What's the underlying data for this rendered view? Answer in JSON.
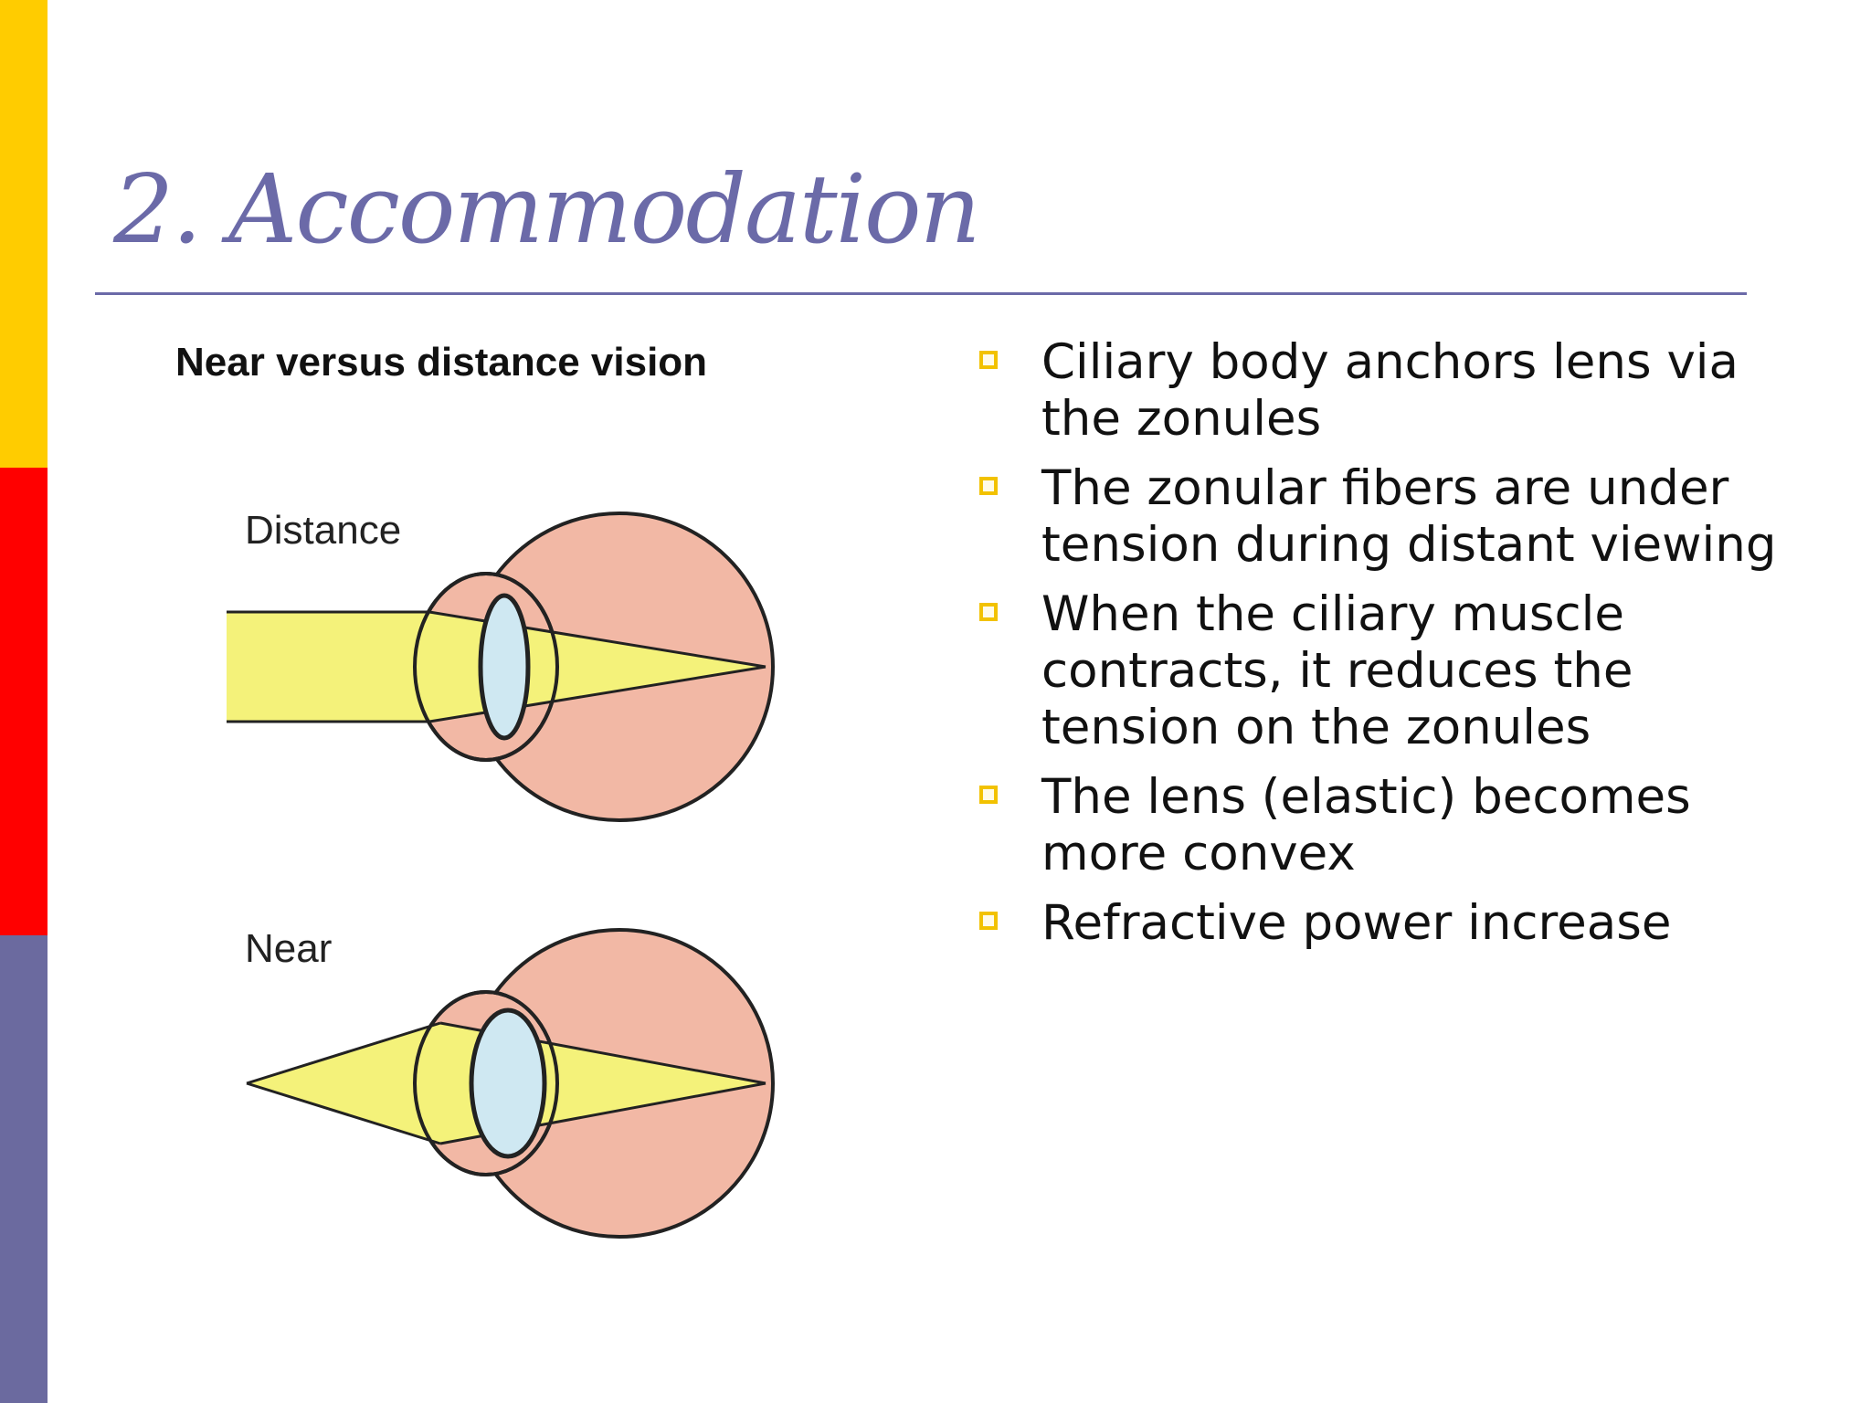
{
  "slide": {
    "title": "2. Accommodation",
    "colors": {
      "title": "#6b6aa8",
      "rule": "#6b6aa8",
      "side_bar": [
        "#ffcc00",
        "#ff0000",
        "#6b6a9f"
      ],
      "bullet_marker": "#f2c200",
      "eye_globe": "#f2b8a5",
      "lens": "#cfe8f2",
      "light_beam": "#f4f27a"
    }
  },
  "figure": {
    "heading": "Near versus distance vision",
    "distance_label": "Distance",
    "near_label": "Near"
  },
  "bullets": [
    {
      "text": "Ciliary body anchors lens via the zonules"
    },
    {
      "text": "The zonular fibers are under tension during distant viewing"
    },
    {
      "text": "When the ciliary muscle contracts, it reduces the tension on the zonules"
    },
    {
      "text": "The lens (elastic) becomes more convex"
    },
    {
      "text": "Refractive power increase"
    }
  ]
}
